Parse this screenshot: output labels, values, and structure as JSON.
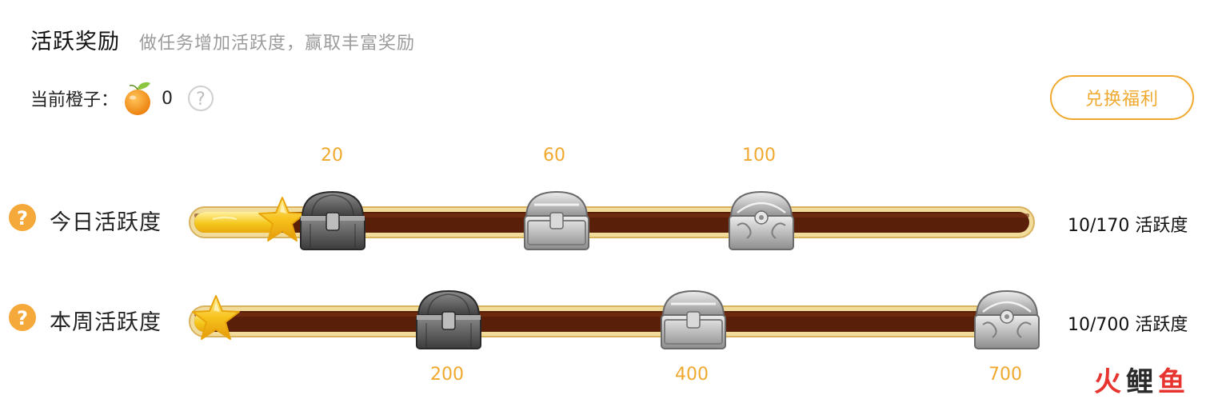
{
  "header": {
    "title": "活跃奖励",
    "subtitle": "做任务增加活跃度，赢取丰富奖励"
  },
  "orange": {
    "label": "当前橙子：",
    "count": "0",
    "icon": "orange-icon",
    "help_icon": "question-circle-outline-icon"
  },
  "redeem_button": {
    "label": "兑换福利"
  },
  "daily": {
    "label": "今日活跃度",
    "progress_text": "10/170 活跃度",
    "progress": {
      "current": 10,
      "max": 170
    },
    "milestones": [
      {
        "value": "20",
        "chest": "dark-chest"
      },
      {
        "value": "60",
        "chest": "silver-chest"
      },
      {
        "value": "100",
        "chest": "ornate-chest"
      }
    ]
  },
  "weekly": {
    "label": "本周活跃度",
    "progress_text": "10/700 活跃度",
    "progress": {
      "current": 10,
      "max": 700
    },
    "milestones": [
      {
        "value": "200",
        "chest": "dark-chest"
      },
      {
        "value": "400",
        "chest": "silver-chest"
      },
      {
        "value": "700",
        "chest": "ornate-chest"
      }
    ]
  },
  "watermark": {
    "chars": [
      "火",
      "鲤",
      "鱼"
    ]
  },
  "colors": {
    "accent": "#f0a92e",
    "bar_fill": "#5a1f08",
    "bar_frame": "#e9cf8c",
    "progress_yellow": "#f5c81e",
    "help_orange": "#f4a93a",
    "watermark_red": "#e8342f",
    "watermark_dark": "#2a2a2a"
  }
}
